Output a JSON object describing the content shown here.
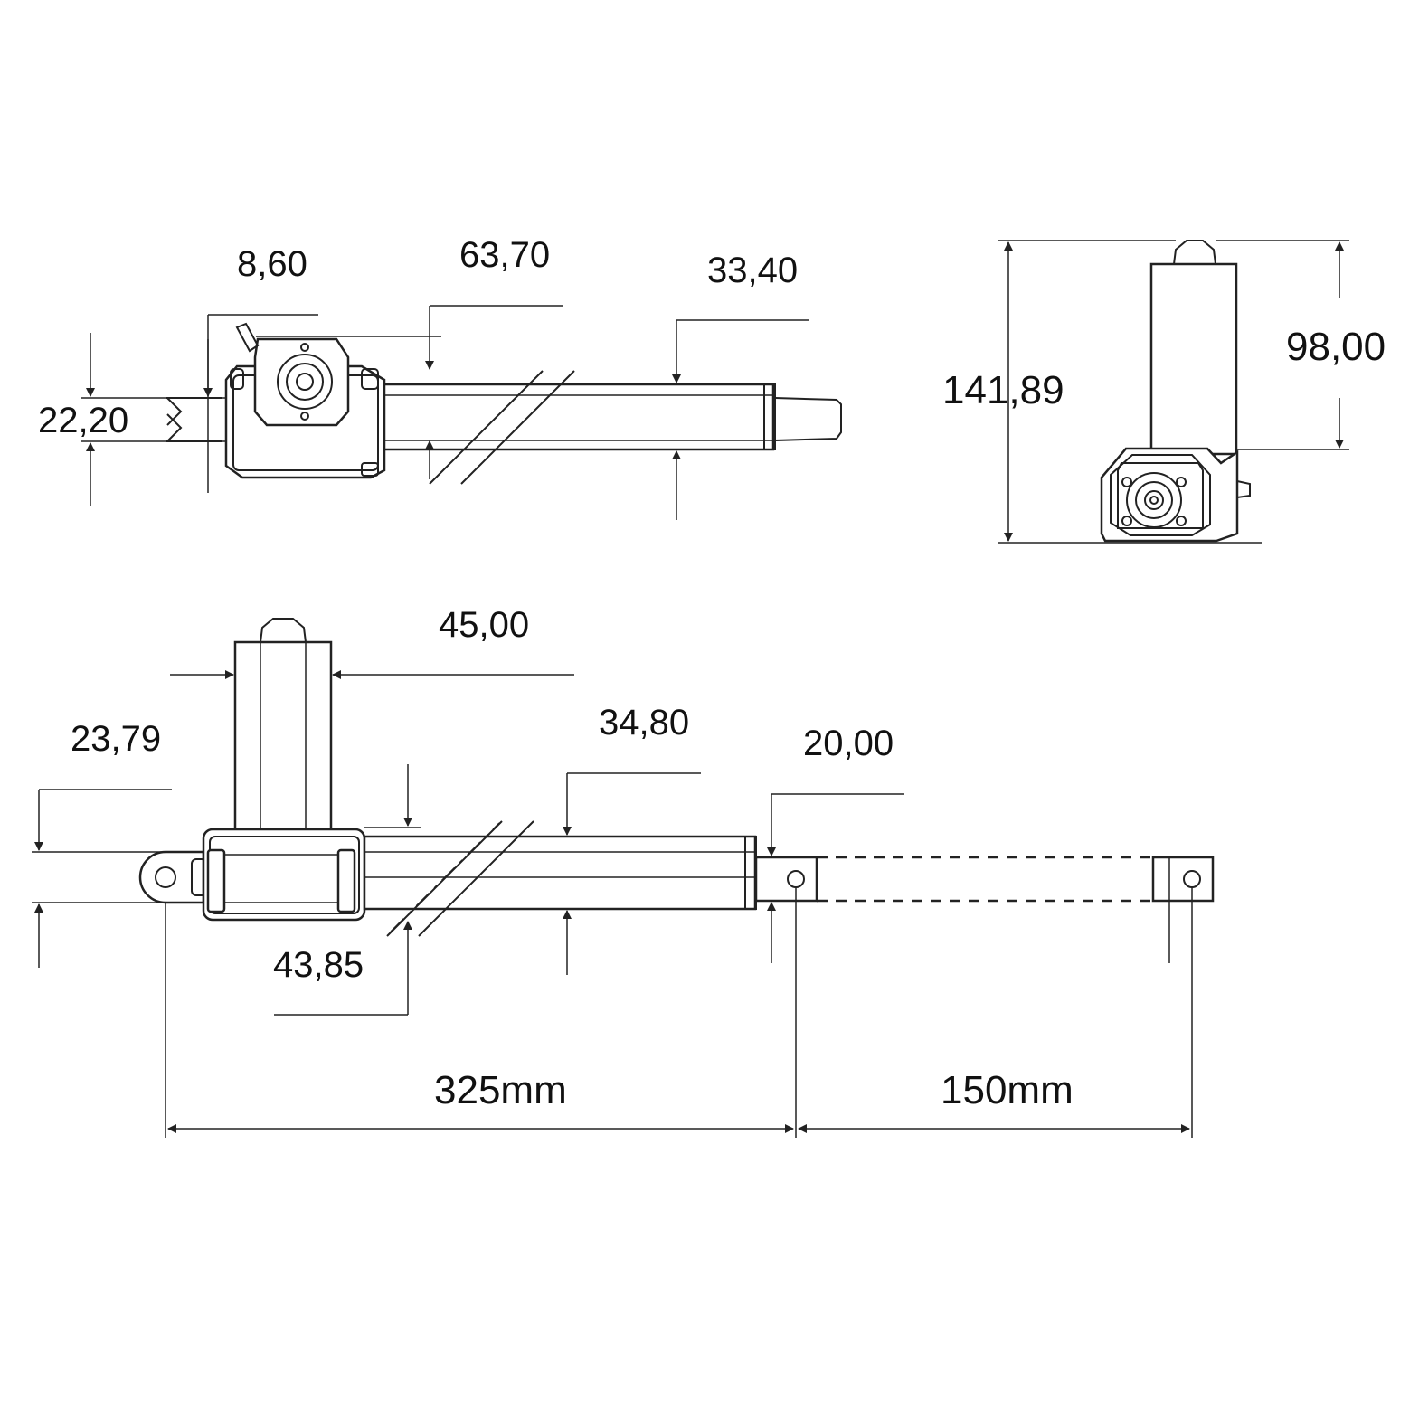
{
  "dimensions": {
    "d_8_60": "8,60",
    "d_63_70": "63,70",
    "d_33_40": "33,40",
    "d_22_20": "22,20",
    "d_141_89": "141,89",
    "d_98_00": "98,00",
    "d_45_00": "45,00",
    "d_23_79": "23,79",
    "d_34_80": "34,80",
    "d_20_00": "20,00",
    "d_43_85": "43,85",
    "d_325mm": "325mm",
    "d_150mm": "150mm"
  }
}
